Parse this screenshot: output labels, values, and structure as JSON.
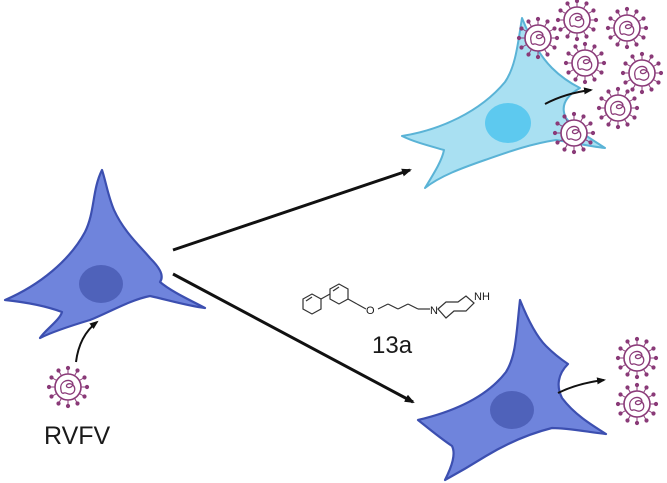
{
  "labels": {
    "virus": "RVFV",
    "compound": "13a",
    "amine": "NH",
    "nitrogen": "N",
    "oxygen": "O"
  },
  "colors": {
    "cell_blue": "#6f84dc",
    "cell_blue_stroke": "#3c4fb0",
    "nucleus_blue": "#4a5cb4",
    "cell_light": "#a9e0f2",
    "cell_light_stroke": "#5ab3d6",
    "nucleus_light": "#54c7ee",
    "virus": "#8a3a78",
    "arrow": "#111111"
  },
  "icons": {
    "cell": "cell-icon",
    "virus": "virus-particle-icon",
    "molecule": "chemical-structure-icon"
  }
}
